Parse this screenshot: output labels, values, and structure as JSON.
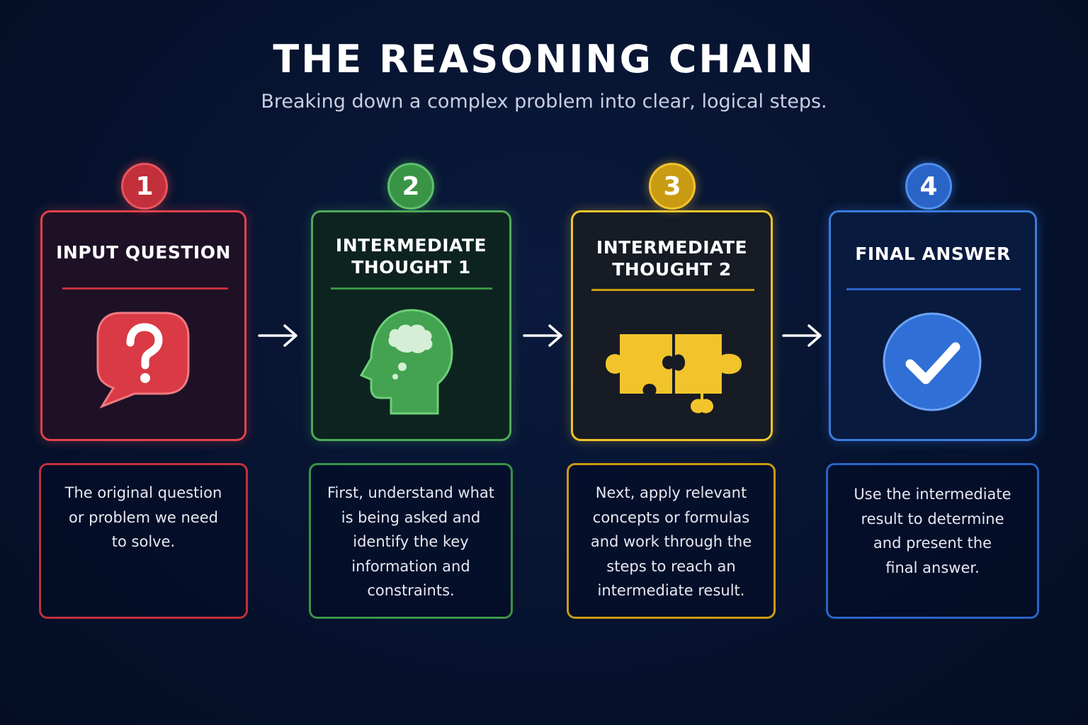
{
  "title": "THE REASONING CHAIN",
  "subtitle": "Breaking down a complex problem into clear, logical steps.",
  "steps": [
    {
      "number": "1",
      "title_lines": [
        "INPUT QUESTION"
      ],
      "icon": "question-bubble-icon",
      "color": "#e0414a",
      "description_lines": [
        "The original question",
        "or problem we need",
        "to solve."
      ]
    },
    {
      "number": "2",
      "title_lines": [
        "INTERMEDIATE",
        "THOUGHT 1"
      ],
      "icon": "thinking-head-icon",
      "color": "#4cab58",
      "description_lines": [
        "First, understand what",
        "is being asked and",
        "identify the key",
        "information and",
        "constraints."
      ]
    },
    {
      "number": "3",
      "title_lines": [
        "INTERMEDIATE",
        "THOUGHT 2"
      ],
      "icon": "puzzle-pieces-icon",
      "color": "#f2c42c",
      "description_lines": [
        "Next, apply relevant",
        "concepts or formulas",
        "and work through the",
        "steps to reach an",
        "intermediate result."
      ]
    },
    {
      "number": "4",
      "title_lines": [
        "FINAL ANSWER"
      ],
      "icon": "checkmark-circle-icon",
      "color": "#3a7bdc",
      "description_lines": [
        "Use the intermediate",
        "result to determine",
        "and present the",
        "final answer."
      ]
    }
  ]
}
